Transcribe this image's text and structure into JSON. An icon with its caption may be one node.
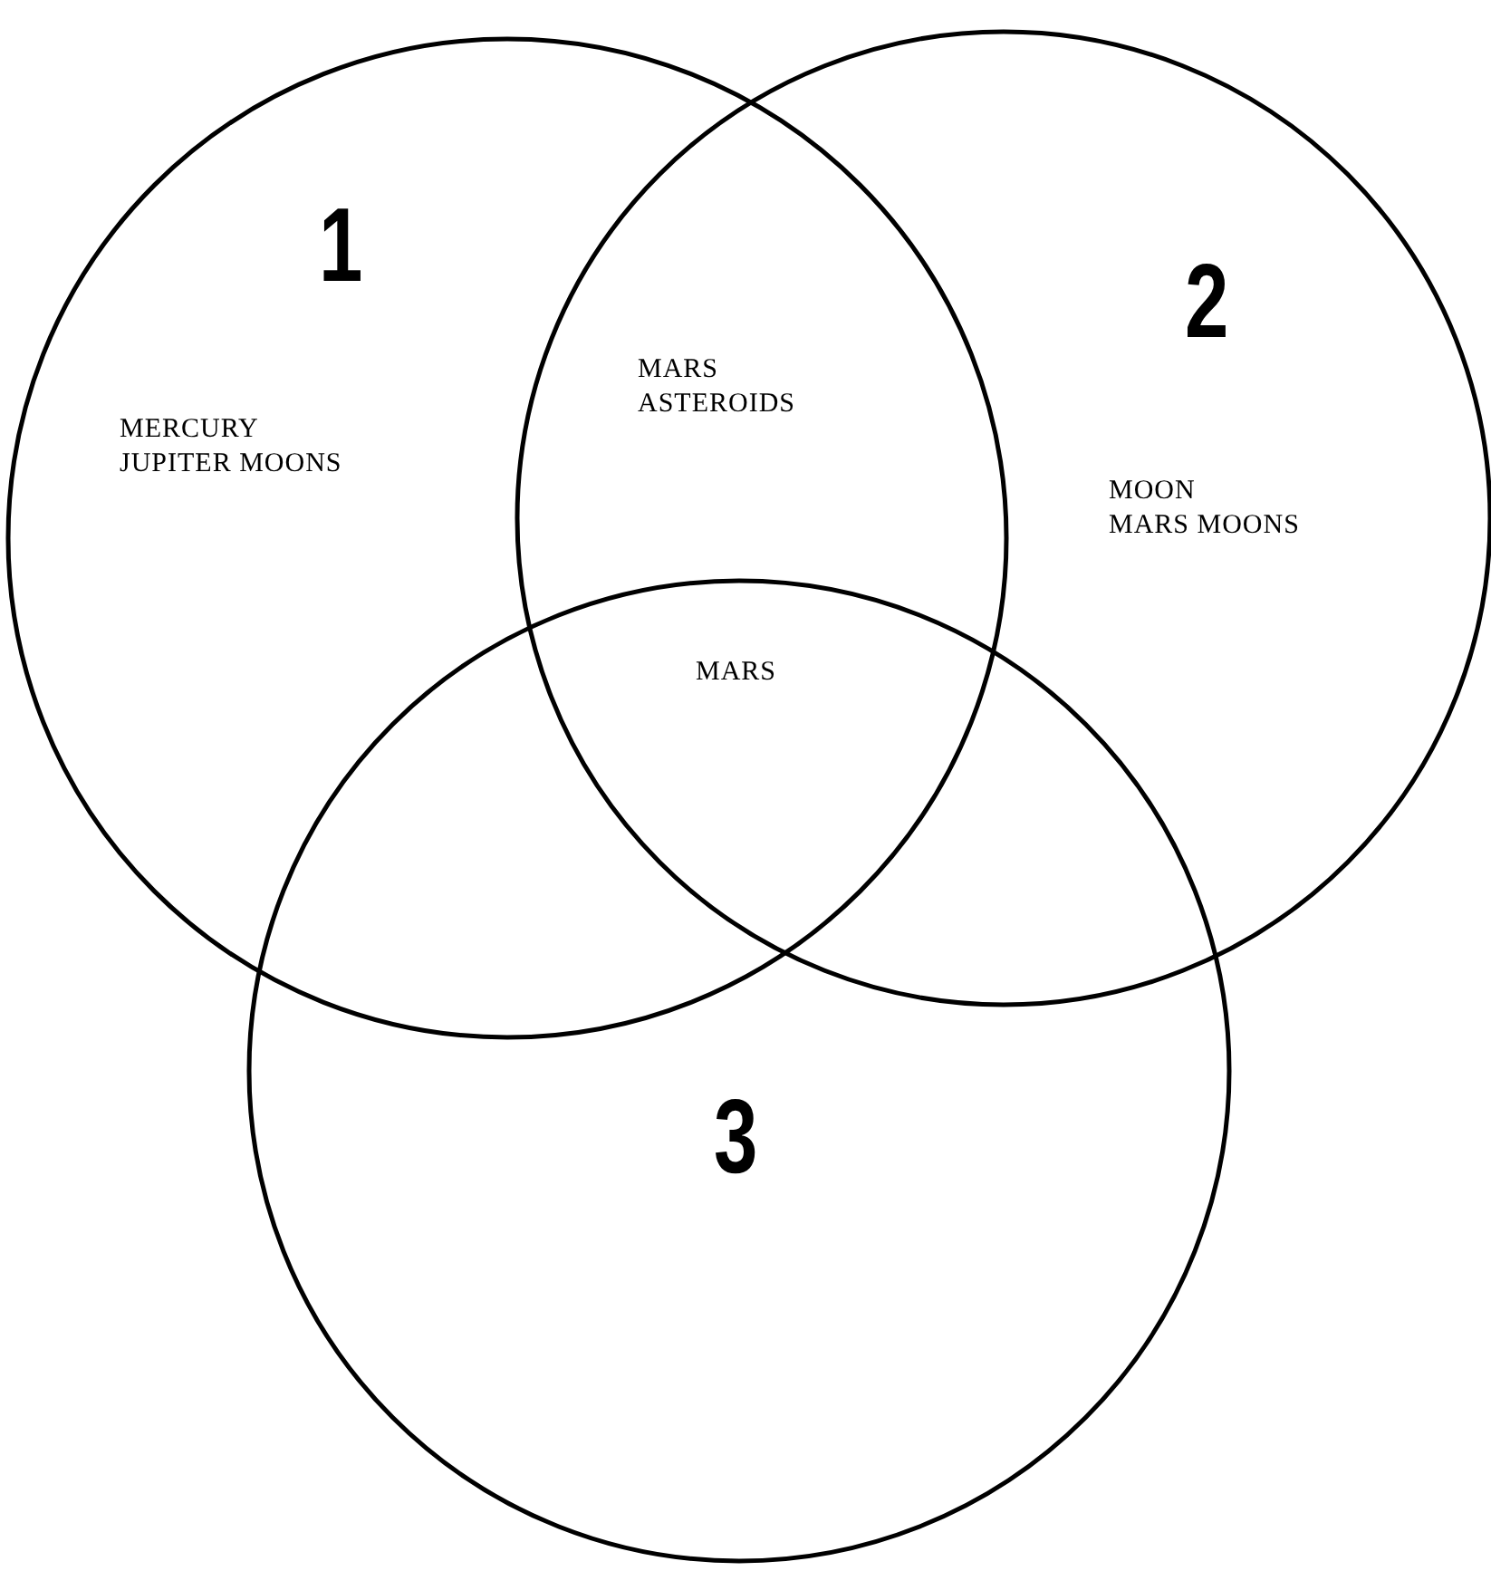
{
  "diagram": {
    "nodes": [
      {
        "text": [
          "1"
        ]
      },
      {
        "text": [
          "2"
        ]
      },
      {
        "text": [
          "3"
        ]
      }
    ],
    "labels": [
      "MARS ASTEROIDS",
      "MERCURY JUPITER MOONS",
      "MOON MARS MOONS",
      "MARS"
    ]
  }
}
